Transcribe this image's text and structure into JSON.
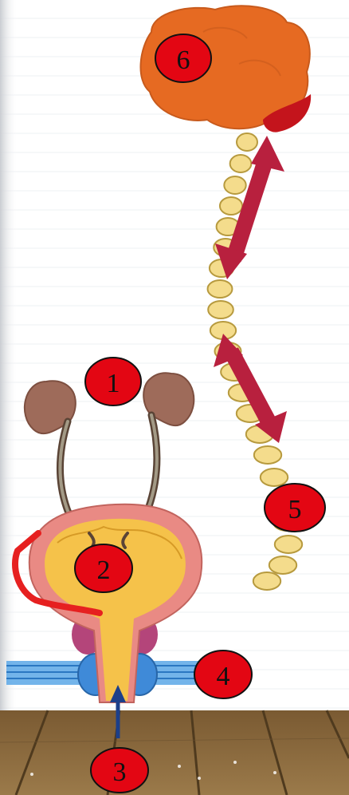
{
  "labels": {
    "brain": "6",
    "kidneys": "1",
    "bladder": "2",
    "urethra": "3",
    "sphincter": "4",
    "spine": "5"
  },
  "colors": {
    "brain": "#e66a22",
    "brain_dark": "#c4141c",
    "spine": "#f4dc8c",
    "spine_outline": "#b79a3e",
    "arrow": "#b8203e",
    "kidney": "#9e6b5a",
    "bladder_wall": "#e98a84",
    "bladder_inner": "#f5c24a",
    "prostate": "#b4457a",
    "sphincter": "#3f8ad8",
    "nerve_line": "#e62020",
    "flow_arrow": "#1c3f8a",
    "label_fill": "#e30613",
    "floor": "#8a6a3e"
  }
}
